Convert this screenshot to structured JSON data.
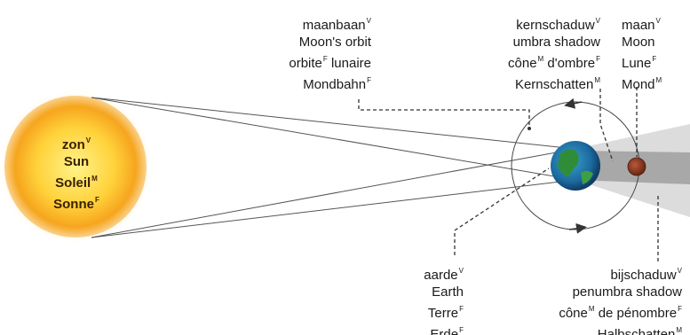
{
  "sun": {
    "lines": [
      {
        "text": "zon",
        "sup": "V"
      },
      {
        "text": "Sun",
        "sup": ""
      },
      {
        "text": "Soleil",
        "sup": "M"
      },
      {
        "text": "Sonne",
        "sup": "F"
      }
    ]
  },
  "moon_orbit": {
    "lines": [
      {
        "text": "maanbaan",
        "sup": "V"
      },
      {
        "text": "Moon's orbit",
        "sup": ""
      },
      {
        "text": "orbite",
        "sup": "F",
        "rest": " lunaire"
      },
      {
        "text": "Mondbahn",
        "sup": "F"
      }
    ]
  },
  "umbra": {
    "lines": [
      {
        "text": "kernschaduw",
        "sup": "V"
      },
      {
        "text": "umbra shadow",
        "sup": ""
      },
      {
        "text": "cône",
        "sup": "M",
        "rest": " d'ombre",
        "sup2": "F"
      },
      {
        "text": "Kernschatten",
        "sup": "M"
      }
    ]
  },
  "moon": {
    "lines": [
      {
        "text": "maan",
        "sup": "V"
      },
      {
        "text": "Moon",
        "sup": ""
      },
      {
        "text": "Lune",
        "sup": "F"
      },
      {
        "text": "Mond",
        "sup": "M"
      }
    ]
  },
  "earth": {
    "lines": [
      {
        "text": "aarde",
        "sup": "V"
      },
      {
        "text": "Earth",
        "sup": ""
      },
      {
        "text": "Terre",
        "sup": "F"
      },
      {
        "text": "Erde",
        "sup": "F"
      }
    ]
  },
  "penumbra": {
    "lines": [
      {
        "text": "bijschaduw",
        "sup": "V"
      },
      {
        "text": "penumbra shadow",
        "sup": ""
      },
      {
        "text": "cône",
        "sup": "M",
        "rest": " de pénombre",
        "sup2": "F"
      },
      {
        "text": "Halbschatten",
        "sup": "M"
      }
    ]
  },
  "colors": {
    "sun_core": "#ffe34a",
    "sun_edge": "#f4a21c",
    "earth_land": "#1f8a3a",
    "earth_sea": "#1e5f9e",
    "moon": "#8a3a22",
    "penumbra": "#d9d9d9",
    "umbra": "#a6a6a6",
    "lines": "#555555"
  }
}
